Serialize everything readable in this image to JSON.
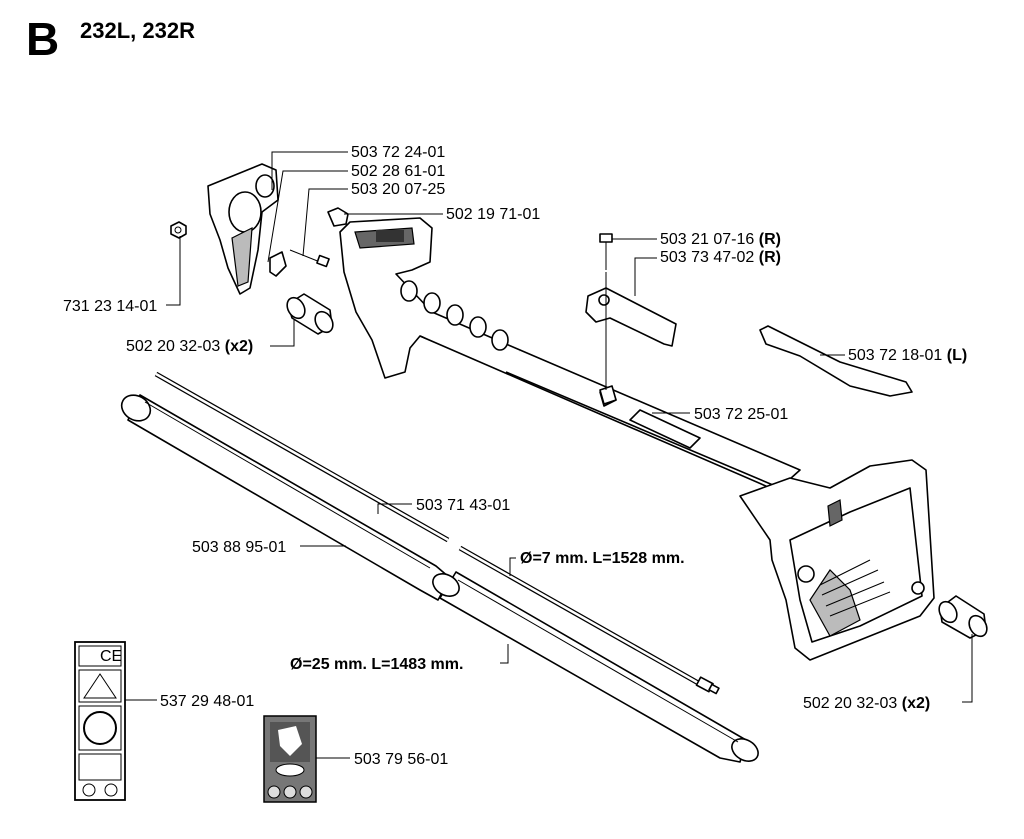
{
  "header": {
    "section_letter": "B",
    "title": "232L, 232R"
  },
  "parts": [
    {
      "number": "503 72 24-01"
    },
    {
      "number": "502 28 61-01"
    },
    {
      "number": "503 20 07-25"
    },
    {
      "number": "502 19 71-01"
    },
    {
      "number": "731 23 14-01"
    },
    {
      "number": "502 20 32-03",
      "suffix": "(x2)"
    },
    {
      "number": "503 21 07-16",
      "suffix": "(R)"
    },
    {
      "number": "503 73 47-02",
      "suffix": "(R)"
    },
    {
      "number": "503 72 18-01",
      "suffix": "(L)"
    },
    {
      "number": "503 72 25-01"
    },
    {
      "number": "503 71 43-01"
    },
    {
      "number": "503 88 95-01"
    },
    {
      "number": "537 29 48-01"
    },
    {
      "number": "503 79 56-01"
    },
    {
      "number": "502 20 32-03",
      "suffix": "(x2)"
    }
  ],
  "dimensions": {
    "shaft": "Ø=7 mm. L=1528 mm.",
    "tube": "Ø=25 mm. L=1483 mm."
  },
  "decals": {
    "ce_mark": "CE"
  }
}
